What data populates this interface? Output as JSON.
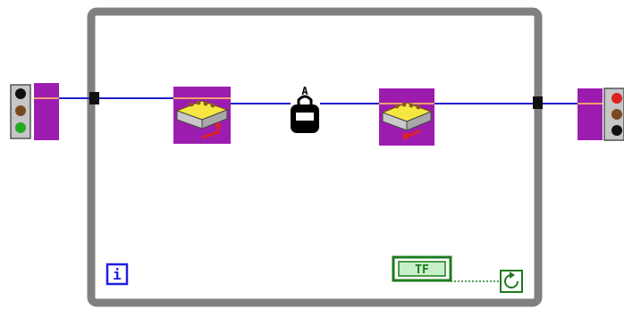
{
  "diagram": {
    "loop": {
      "iteration_terminal_label": "i",
      "condition_terminal_icon": "loop-condition-arrow-icon"
    },
    "nodes": {
      "input_control": {
        "icon": "traffic-light-icon",
        "active_light_color": "#22aa22"
      },
      "output_indicator": {
        "icon": "traffic-light-icon",
        "active_light_color": "#dd2222"
      },
      "push_function": {
        "icon": "queue-enqueue-icon"
      },
      "pop_function": {
        "icon": "queue-dequeue-icon"
      },
      "lock_function": {
        "icon": "padlock-icon",
        "top_glyph": "A"
      },
      "boolean_constant": {
        "label": "TF"
      }
    },
    "colors": {
      "node_fill": "#9d1cb0",
      "wire_main": "#1f1fd0",
      "wire_boolean": "#1e7a1e",
      "loop_frame": "#808080",
      "boolean_fill": "#c8f0c8",
      "iteration_border": "#1e1ee0"
    }
  }
}
